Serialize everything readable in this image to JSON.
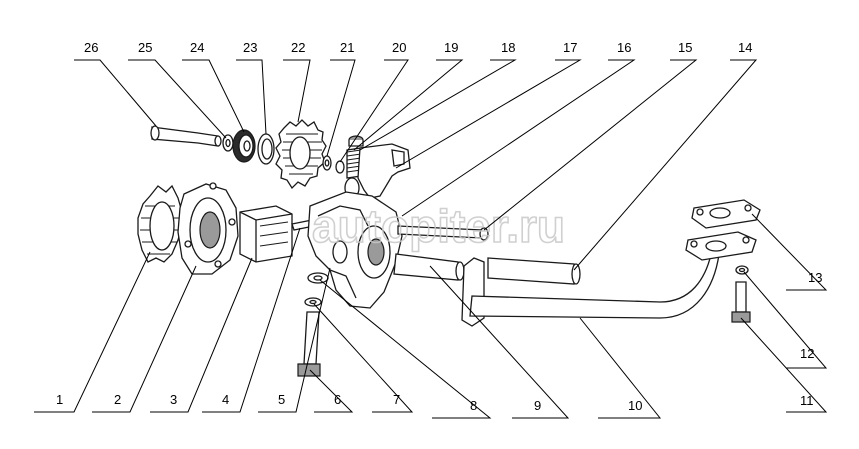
{
  "diagram": {
    "watermark": "autopiter.ru",
    "labels": [
      "1",
      "2",
      "3",
      "4",
      "5",
      "6",
      "7",
      "8",
      "9",
      "10",
      "11",
      "12",
      "13",
      "14",
      "15",
      "16",
      "17",
      "18",
      "19",
      "20",
      "21",
      "22",
      "23",
      "24",
      "25",
      "26"
    ]
  }
}
